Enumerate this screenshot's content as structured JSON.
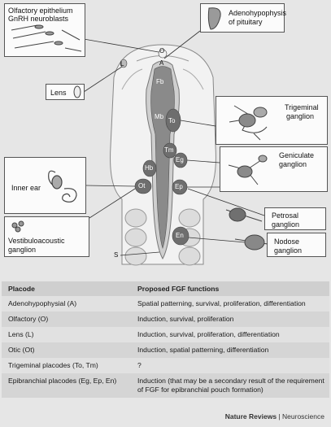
{
  "diagram": {
    "callouts": {
      "olfactory": [
        "Olfactory epithelium",
        "GnRH neuroblasts"
      ],
      "adenohypophysis": [
        "Adenohypophysis",
        "of pituitary"
      ],
      "lens": "Lens",
      "trigeminal": [
        "Trigeminal",
        "ganglion"
      ],
      "geniculate": [
        "Geniculate",
        "ganglion"
      ],
      "inner_ear": "Inner ear",
      "vestibuloacoustic": [
        "Vestibuloacoustic",
        "ganglion"
      ],
      "petrosal": [
        "Petrosal",
        "ganglion"
      ],
      "nodose": [
        "Nodose",
        "ganglion"
      ]
    },
    "markers": {
      "O": "O",
      "A": "A",
      "L": "L",
      "Fb": "Fb",
      "Mb": "Mb",
      "To": "To",
      "Tm": "Tm",
      "Eg": "Eg",
      "Hb": "Hb",
      "Ot": "Ot",
      "Ep": "Ep",
      "En": "En",
      "S": "S"
    }
  },
  "table": {
    "headers": [
      "Placode",
      "Proposed FGF functions"
    ],
    "rows": [
      [
        "Adenohypophysial (A)",
        "Spatial patterning, survival, proliferation, differentiation"
      ],
      [
        "Olfactory (O)",
        "Induction, survival, proliferation"
      ],
      [
        "Lens (L)",
        "Induction, survival, proliferation, differentiation"
      ],
      [
        "Otic (Ot)",
        "Induction, spatial patterning, differentiation"
      ],
      [
        "Trigeminal placodes (To, Tm)",
        "?"
      ],
      [
        "Epibranchial placodes (Eg, Ep, En)",
        "Induction (that may be a secondary result of the requirement of FGF for epibranchial pouch formation)"
      ]
    ]
  },
  "footer": {
    "journal": "Nature Reviews",
    "section": "Neuroscience"
  }
}
